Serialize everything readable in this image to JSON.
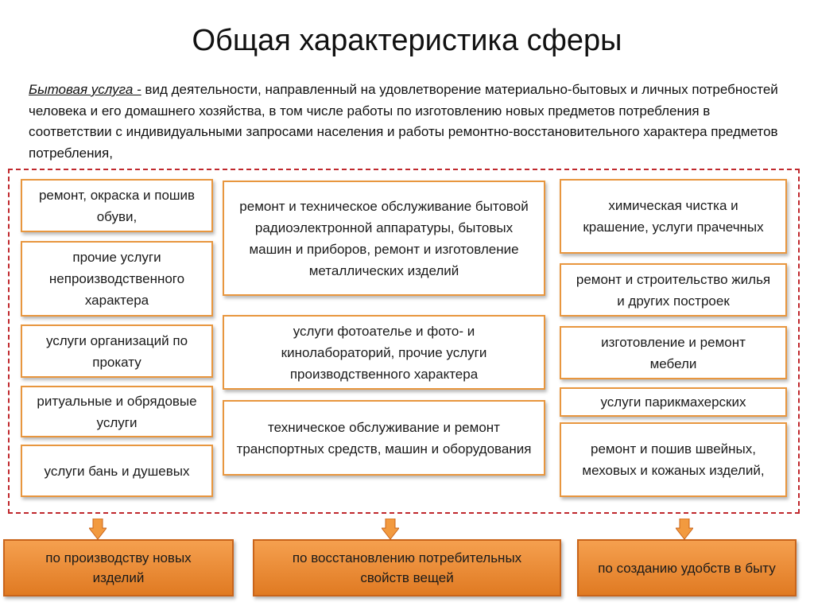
{
  "title": "Общая характеристика сферы",
  "intro": {
    "term": "Бытовая услуга -",
    "text": " вид деятельности, направленный на удовлетворение материально-бытовых и личных потребностей человека и его домашнего хозяйства, в том числе работы по изготовлению новых предметов потребления в соответствии с индивидуальными запросами населения и работы ремонтно-восстановительного характера предметов потребления,"
  },
  "services": {
    "left": [
      "ремонт, окраска и пошив обуви,",
      "прочие услуги непроизводственного характера",
      "услуги организаций по прокату",
      "ритуальные и обрядовые услуги",
      "услуги бань и душевых"
    ],
    "middle": [
      "ремонт и техническое обслуживание бытовой радиоэлектронной аппаратуры, бытовых машин и приборов, ремонт и изготовление металлических изделий",
      "услуги фотоателье и фото- и кинолабораторий, прочие услуги производственного характера",
      "техническое обслуживание и ремонт транспортных средств, машин и оборудования"
    ],
    "right": [
      "химическая чистка и крашение, услуги прачечных",
      "ремонт и строительство жилья и других построек",
      "изготовление и ремонт мебели",
      "услуги парикмахерских",
      "ремонт и пошив швейных, меховых и кожаных изделий,"
    ]
  },
  "results": [
    "по производству новых изделий",
    "по восстановлению потребительных свойств вещей",
    "по созданию удобств в быту"
  ],
  "colors": {
    "box_border": "#e8963e",
    "dashed_frame": "#c0282d",
    "result_fill": "#f0903d",
    "arrow_fill": "#f29a3f"
  }
}
